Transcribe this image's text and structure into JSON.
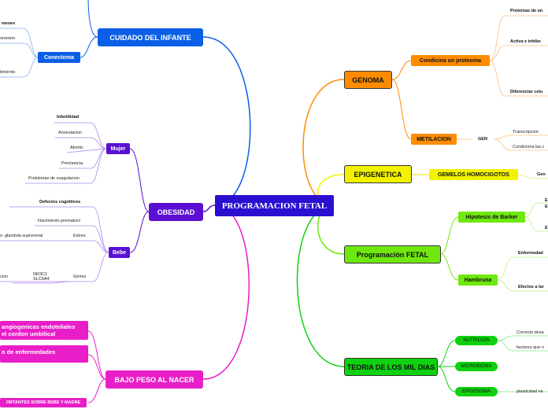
{
  "central": "PROGRAMACION FETAL",
  "genoma": {
    "label": "GENOMA",
    "condicina": "Condicina un proteoma",
    "proteinas": "Proteinas de un",
    "activa": "Activa e inhibe",
    "diferenciar": "Diferenciar celu",
    "metilacion": "METILACION",
    "gen": "GEN",
    "transcripcion": "Transcripcion",
    "condiciona": "Condiciona las c"
  },
  "epigenetica": {
    "label": "EPIGENETICA",
    "gemelos": "GEMELOS HOMOCIGOTOS",
    "gen_cut": "Gen"
  },
  "programacion": {
    "label": "Programación FETAL",
    "barker": "Hipotesis de Barker",
    "barker_e1": "E",
    "barker_e2": "E",
    "barker_e3": "E",
    "hambruna": "Hambruna",
    "enfermedad": "Enfermedad",
    "efectos": "Efectos a lar"
  },
  "teoria": {
    "label": "TEORIA DE LOS MIL DIAS",
    "nutricion": "NUTRICION",
    "correcto": "Correcto desa",
    "factores": "factores que n",
    "microbioma": "MICROBIOMA",
    "epigenoma": "EPIGENOMA",
    "plasticidad": "plasticidad ne"
  },
  "cuidado": {
    "label": "CUIDADO DEL INFANTE",
    "conectoma": "Conectoma",
    "meses": "meses",
    "conexion": "onexion",
    "timiento": "timiento"
  },
  "obesidad": {
    "label": "OBESIDAD",
    "mujer": "Mujer",
    "infertilidad": "Infertilidad",
    "anovulacion": "Anovulacion",
    "aborto": "Aborto",
    "preclamcia": "Preclamcia",
    "coagulacion": "Problemas de coagulacion",
    "bebe": "Bebe",
    "defectos": "Defectos cognitivos",
    "nacimiento": "Nacimiento prematuro",
    "estres": "Estres",
    "glandula": "s- glandula suprerenal",
    "genes": "Genes",
    "nr3c1": "NR3C1",
    "slc6a4": "SLC6A4",
    "cion": "cion"
  },
  "bajo_peso": {
    "label": "BAJO PESO AL NACER",
    "angiogenicas": "angiogenicas endoteliales",
    "cordon": "el cordon umbilical",
    "enfermedades": "o de enfermedades",
    "importantes": "ORTANTES SOBRE BEBE Y MADRE"
  },
  "colors": {
    "central": "#2b0fd1",
    "genoma": "#ff8c00",
    "epigenetica": "#f2f200",
    "programacion": "#6fe80f",
    "teoria": "#0fd10f",
    "cuidado": "#0a5fe6",
    "obesidad": "#5a0fd1",
    "bajo_peso": "#e81ec8"
  }
}
